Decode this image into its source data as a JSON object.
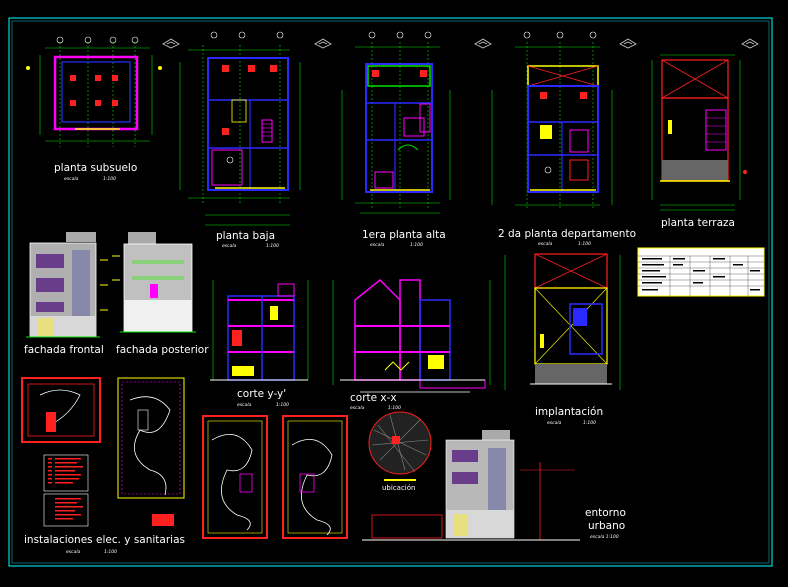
{
  "sheet": {
    "labels": {
      "planta_subsuelo": "planta subsuelo",
      "planta_baja": "planta baja",
      "primera_planta": "1era planta alta",
      "segunda_planta": "2 da planta departamento",
      "planta_terraza": "planta terraza",
      "fachada_frontal": "fachada frontal",
      "fachada_posterior": "fachada posterior",
      "corte_yy": "corte y-y'",
      "corte_xx": "corte x-x",
      "implantacion": "implantación",
      "ubicacion": "ubicación",
      "instalaciones": "instalaciones  elec. y sanitarias",
      "entorno": "entorno",
      "urbano": "urbano"
    },
    "scales": {
      "escala": "escala",
      "ratio": "1:100",
      "full": "escala 1:100"
    }
  },
  "colors": {
    "background": "#000000",
    "border": "#00ffff",
    "walls": "#ff00ff",
    "blue": "#2a2aff",
    "red": "#ff2020",
    "green": "#00e000",
    "yellow": "#ffff00",
    "cyan": "#00ffff",
    "white": "#ffffff"
  }
}
